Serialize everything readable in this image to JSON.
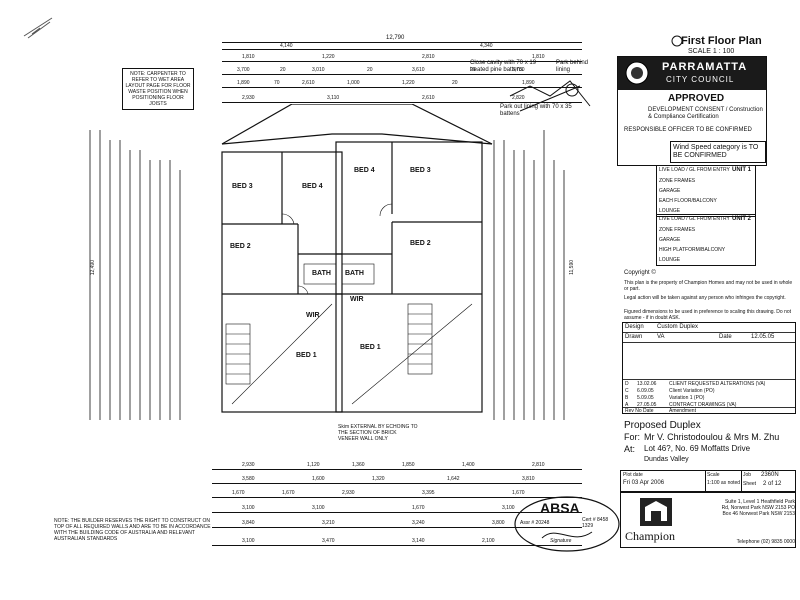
{
  "title": {
    "main": "First Floor Plan",
    "scale": "SCALE 1 : 100"
  },
  "note_left": "NOTE: CARPENTER TO REFER TO WET AREA LAYOUT PAGE FOR FLOOR WASTE POSITION WHEN POSITIONING FLOOR JOISTS",
  "cavity_note": "Close cavity with 70 x 19 treated pine battens",
  "lining_note": "Park behind lining",
  "parkout_note": "Park out lining with 70 x 35 battens",
  "council": {
    "name_line1": "PARRAMATTA",
    "name_line2": "CITY COUNCIL",
    "approved": "APPROVED",
    "dev_line": "DEVELOPMENT CONSENT / Construction & Compliance Certification",
    "officer_line": "RESPONSIBLE OFFICER TO BE CONFIRMED"
  },
  "wind": "Wind Speed category is TO BE CONFIRMED",
  "units": [
    {
      "label": "UNIT 1",
      "header": "LIVE LOAD / GL FROM ENTRY",
      "rows": [
        "ZONE FRAMES",
        "GARAGE",
        "EACH FLOOR/BALCONY",
        "LOUNGE"
      ]
    },
    {
      "label": "UNIT 2",
      "header": "LIVE LOAD / GL FROM ENTRY",
      "rows": [
        "ZONE FRAMES",
        "GARAGE",
        "HIGH PLATFORM/BALCONY",
        "LOUNGE"
      ]
    }
  ],
  "copyright": {
    "head": "Copyright ©",
    "p1": "This plan is the property of Champion Homes and may not be used in whole or part.",
    "p2": "Legal action will be taken against any person who infringes the copyright.",
    "p3": "Figured dimensions to be used in preference to scaling this drawing. Do not assume - if in doubt ASK."
  },
  "design": {
    "label": "Design",
    "value": "Custom Duplex",
    "drawn_label": "Drawn",
    "drawn": "VA",
    "date_label": "Date",
    "date": "12.05.05"
  },
  "revisions": [
    {
      "rev": "D",
      "date": "13.02.06",
      "text": "CLIENT REQUESTED ALTERATIONS (VA)"
    },
    {
      "rev": "C",
      "date": "6.09.05",
      "text": "Client Variation (PO)"
    },
    {
      "rev": "B",
      "date": "5.09.05",
      "text": "Variation 1 (PO)"
    },
    {
      "rev": "A",
      "date": "27.05.05",
      "text": "CONTRACT DRAWINGS (VA)"
    }
  ],
  "rev_head": {
    "rev": "Rev No",
    "date": "Date",
    "text": "Amendment"
  },
  "project": {
    "proposed": "Proposed Duplex",
    "for_label": "For:",
    "for": "Mr V. Christodoulou & Mrs M. Zhu",
    "at_label": "At:",
    "at": "Lot 46?, No. 69 Moffatts Drive",
    "suburb": "Dundas Valley"
  },
  "footer": {
    "plot_label": "Plot date",
    "plot": "Fri 03 Apr 2006",
    "scale_label": "Scale",
    "scale": "1:100 as noted",
    "job_label": "Job",
    "job": "2360N",
    "sheet_label": "Sheet",
    "sheet": "2 of 12"
  },
  "champion": {
    "name": "Champion",
    "addr": "Suite 1, Level 1 Heathfield Park Rd, Norwest Park NSW 2153 PO Box 46 Norwest Park NSW 2153",
    "phone": "Telephone (02) 9835 0000"
  },
  "absa": {
    "name": "ABSA",
    "assessor": "Assr # 20248",
    "certificate": "Cert # 8458 1329",
    "signature": "Signature"
  },
  "bottom_note": "NOTE: THE BUILDER RESERVES THE RIGHT TO CONSTRUCT ON TOP OF ALL REQUIRED WALLS AND ARE TO BE IN ACCORDANCE WITH THE BUILDING CODE OF AUSTRALIA AND RELEVANT AUSTRALIAN STANDARDS",
  "rooms": [
    {
      "name": "BED 3"
    },
    {
      "name": "BED 4"
    },
    {
      "name": "BED 4"
    },
    {
      "name": "BED 3"
    },
    {
      "name": "BED 2"
    },
    {
      "name": "BED 2"
    },
    {
      "name": "BED 1"
    },
    {
      "name": "BED 1"
    },
    {
      "name": "WIR"
    },
    {
      "name": "WIR"
    },
    {
      "name": "BATH"
    },
    {
      "name": "BATH"
    }
  ],
  "plan_note": "Skim EXTERNAL BY ECHOING TO THE SECTION OF BRICK VENEER WALL ONLY",
  "dims": {
    "top_overall": "12,790",
    "top_a": "4,140",
    "top_b": "4,340",
    "row1": [
      "1,810",
      "1,220",
      "2,810",
      "1,810"
    ],
    "row2": [
      "3,700",
      "20",
      "3,010",
      "20",
      "3,610",
      "20",
      "3,700"
    ],
    "row3": [
      "1,890",
      "70",
      "2,610",
      "1,000",
      "1,220",
      "20",
      "1,890"
    ],
    "row4": [
      "2,930",
      "3,110",
      "2,610",
      "2,820"
    ],
    "bot1": [
      "2,930",
      "1,120",
      "1,360",
      "1,850",
      "1,400",
      "2,810"
    ],
    "bot2": [
      "3,580",
      "1,600",
      "1,320",
      "1,642",
      "3,810"
    ],
    "bot3": [
      "1,670",
      "1,670",
      "2,930",
      "3,395",
      "1,670"
    ],
    "bot4": [
      "3,100",
      "3,100",
      "1,670",
      "3,100"
    ],
    "bot5": [
      "3,840",
      "3,210",
      "3,240",
      "3,800"
    ],
    "bot6": [
      "3,100",
      "3,470",
      "3,140",
      "2,100"
    ],
    "left_overall": "12,490",
    "right_overall": "11,590"
  }
}
